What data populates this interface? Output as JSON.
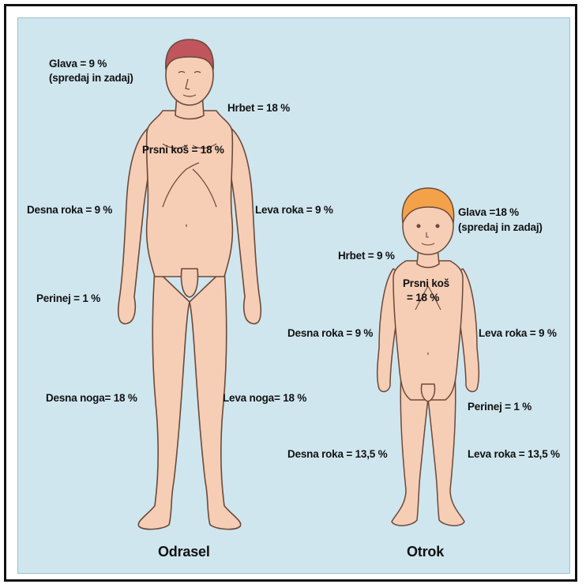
{
  "adult": {
    "caption": "Odrasel",
    "head": "Glava = 9 %",
    "head_note": "(spredaj in zadaj)",
    "back": "Hrbet = 18 %",
    "chest": "Prsni koš = 18 %",
    "right_arm": "Desna roka = 9 %",
    "left_arm": "Leva roka = 9 %",
    "perineum": "Perinej = 1 %",
    "right_leg": "Desna noga= 18 %",
    "left_leg": "Leva noga= 18 %"
  },
  "child": {
    "caption": "Otrok",
    "head": "Glava =18 %",
    "head_note": "(spredaj in zadaj)",
    "back": "Hrbet = 9 %",
    "chest_line1": "Prsni koš",
    "chest_line2": "= 18 %",
    "right_arm": "Desna roka = 9 %",
    "left_arm": "Leva roka = 9 %",
    "perineum": "Perinej = 1 %",
    "right_leg": "Desna roka = 13,5 %",
    "left_leg": "Leva roka = 13,5 %"
  },
  "colors": {
    "skin": "#f6cdb5",
    "outline": "#6b4a3a",
    "adult_hair": "#c0555e",
    "child_hair": "#f3a24a",
    "panel": "#cfe6ee"
  }
}
